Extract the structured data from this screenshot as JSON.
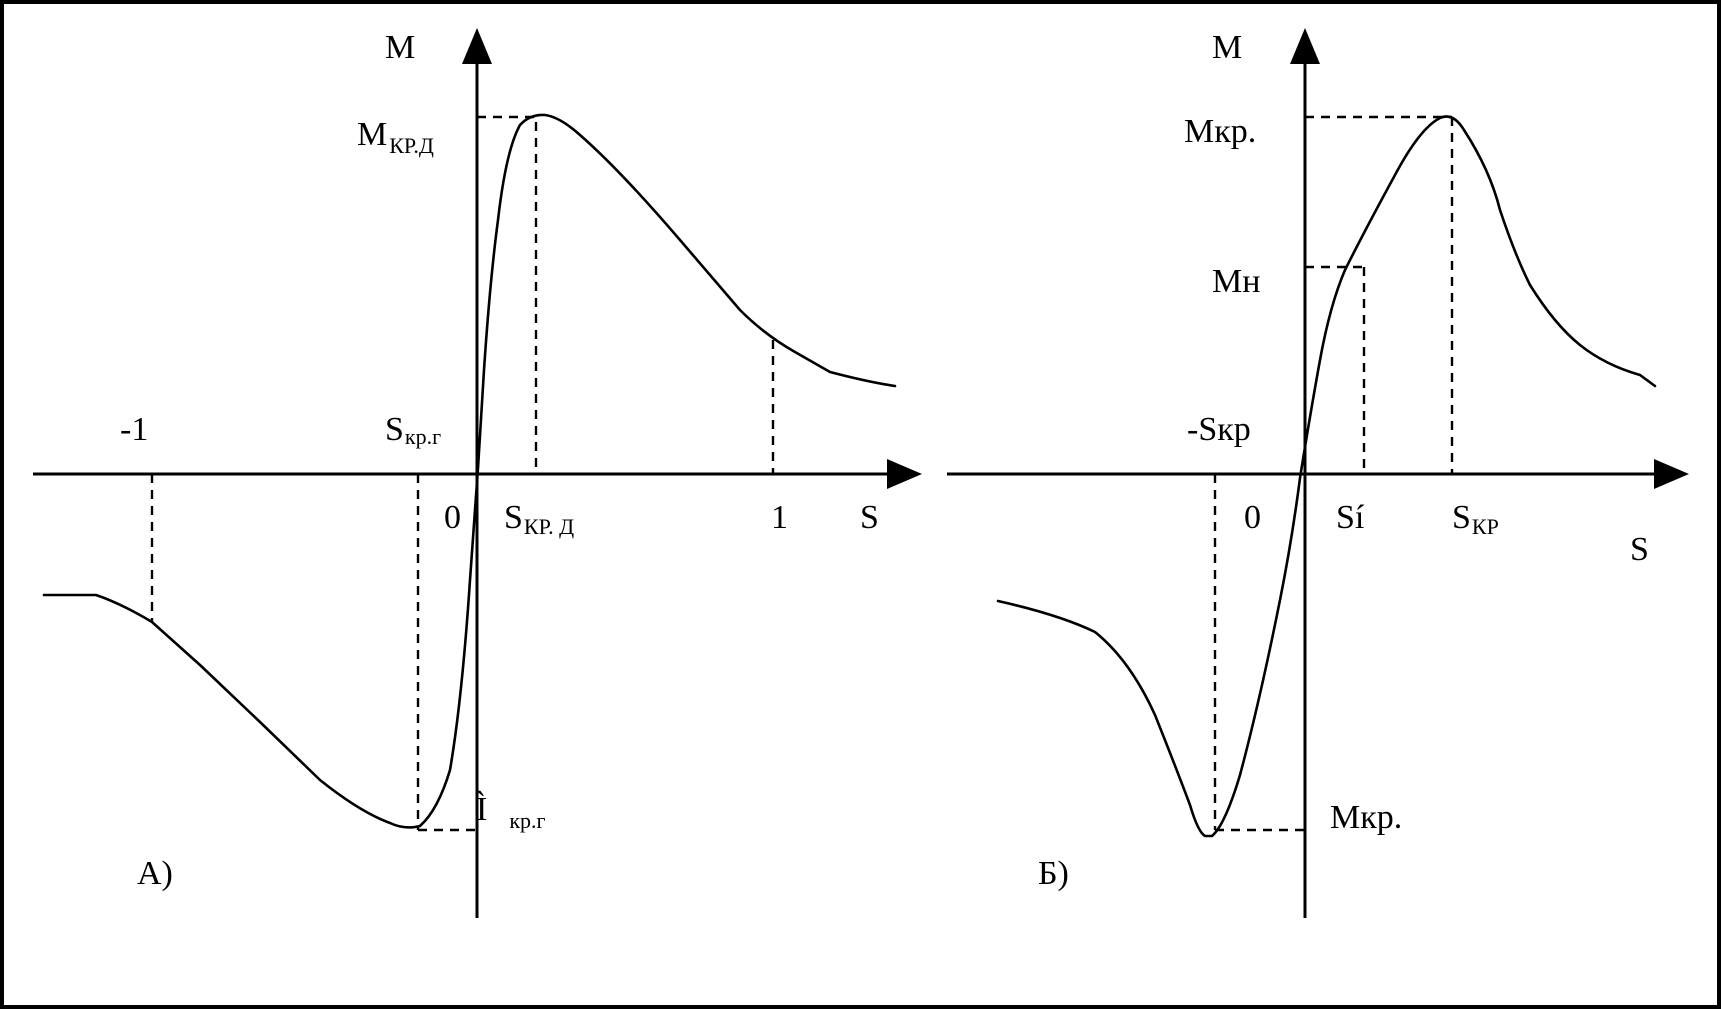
{
  "panel_a": {
    "caption": "А)",
    "axis_m_label": "M",
    "axis_s_label": "S",
    "m_kr_d_main": "M",
    "m_kr_d_sub": "КР.Д",
    "s_kr_g_main": "S",
    "s_kr_g_sub": "кр.г",
    "s_kr_d_main": "S",
    "s_kr_d_sub": "КР. Д",
    "m_kr_g_main": "Ì",
    "m_kr_g_sub": "кр.г",
    "tick_minus_one": "-1",
    "tick_zero": "0",
    "tick_one": "1"
  },
  "panel_b": {
    "caption": "Б)",
    "axis_m_label": "M",
    "axis_s_label": "S",
    "m_kr_top": "Mкр.",
    "m_n": "Mн",
    "minus_s_kr": "-Sкр",
    "m_kr_bottom": "Mкр.",
    "tick_zero": "0",
    "s_n": "Sí",
    "s_kr_main": "S",
    "s_kr_sub": "КР"
  }
}
